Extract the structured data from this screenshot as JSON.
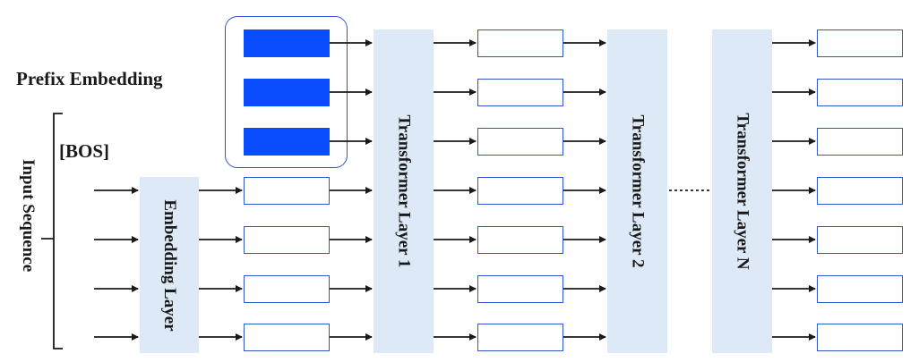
{
  "labels": {
    "prefix_embedding": "Prefix Embedding",
    "bos": "[BOS]",
    "input_sequence": "Input Sequence"
  },
  "layers": {
    "embedding": "Embedding Layer",
    "transformer_1": "Transformer Layer 1",
    "transformer_2": "Transformer Layer 2",
    "transformer_n": "Transformer Layer N"
  },
  "colors": {
    "layer_fill": "#dde9f6",
    "prefix_fill": "#0a4cff",
    "box_border": "#2f56c9",
    "arrow": "#1a1a1a"
  }
}
